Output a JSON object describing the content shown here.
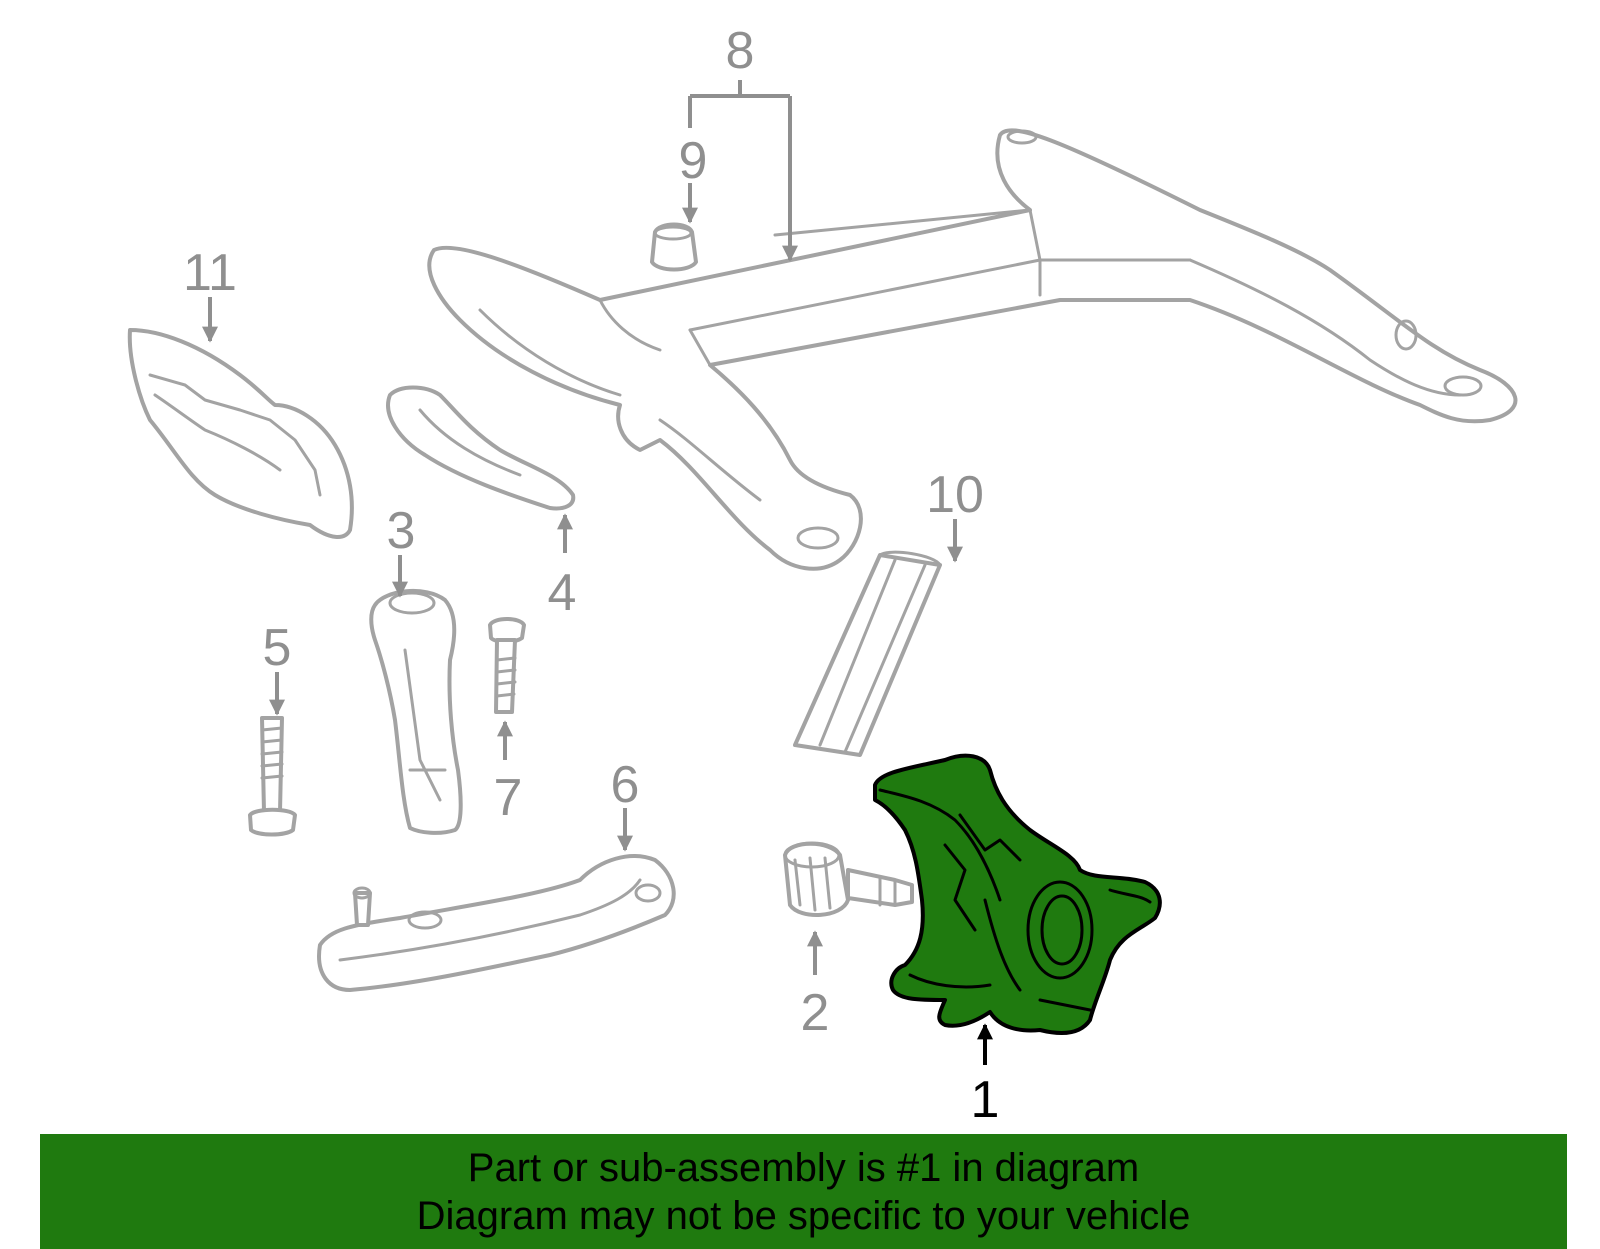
{
  "highlight_color": "#1f7a0f",
  "callouts": {
    "c1": "1",
    "c2": "2",
    "c3": "3",
    "c4": "4",
    "c5": "5",
    "c6": "6",
    "c7": "7",
    "c8": "8",
    "c9": "9",
    "c10": "10",
    "c11": "11"
  },
  "banner": {
    "line1": "Part or sub-assembly is #1 in diagram",
    "line2": "Diagram may not be specific to your vehicle"
  }
}
